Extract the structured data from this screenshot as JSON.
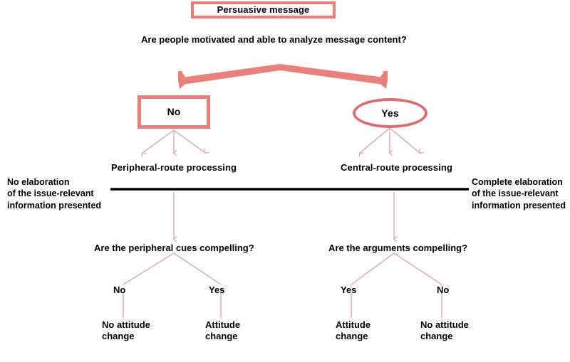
{
  "diagram": {
    "title_node": {
      "label": "Persuasive message",
      "shape": "rectangle",
      "border_color": "#e8817c"
    },
    "root_question": {
      "label": "Are people motivated and able to analyze message content?"
    },
    "decision_nodes": [
      {
        "id": "no-node",
        "label": "No",
        "shape": "rectangle",
        "border_color": "#e8817c"
      },
      {
        "id": "yes-node",
        "label": "Yes",
        "shape": "ellipse",
        "border_color": "#da6f72"
      }
    ],
    "route_labels": [
      {
        "id": "peripheral-route",
        "label": "Peripheral-route processing"
      },
      {
        "id": "central-route",
        "label": "Central-route processing"
      }
    ],
    "elaboration_axis": {
      "left_label": "No elaboration\nof the issue-relevant\ninformation presented",
      "right_label": "Complete elaboration\nof the issue-relevant\ninformation presented",
      "line_color": "#000000"
    },
    "sub_questions": [
      {
        "id": "peripheral-question",
        "label": "Are the peripheral cues compelling?"
      },
      {
        "id": "central-question",
        "label": "Are the arguments compelling?"
      }
    ],
    "branch_labels": [
      {
        "id": "peripheral-branch-no",
        "label": "No"
      },
      {
        "id": "peripheral-branch-yes",
        "label": "Yes"
      },
      {
        "id": "central-branch-yes",
        "label": "Yes"
      },
      {
        "id": "central-branch-no",
        "label": "No"
      }
    ],
    "outcomes": [
      {
        "id": "outcome-peripheral-no",
        "label": "No attitude\nchange"
      },
      {
        "id": "outcome-peripheral-yes",
        "label": "Attitude\nchange"
      },
      {
        "id": "outcome-central-yes",
        "label": "Attitude\nchange"
      },
      {
        "id": "outcome-central-no",
        "label": "No attitude\nchange"
      }
    ],
    "colors": {
      "accent_thick": "#e8817c",
      "accent_thin": "#d9a3a3",
      "axis_line": "#000000",
      "text": "#000000",
      "background": "#ffffff"
    }
  }
}
